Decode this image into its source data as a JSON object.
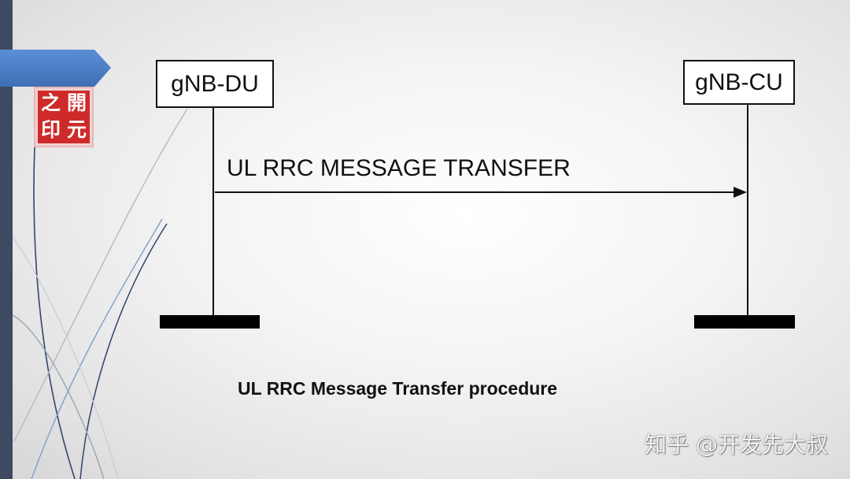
{
  "slide": {
    "stripe_color": "#3d4a60",
    "banner_color": "#4a7cc1",
    "background_color": "#f4f4f4"
  },
  "logo": {
    "chars": [
      "之",
      "開",
      "印",
      "元"
    ],
    "color": "#cf2a2a"
  },
  "diagram": {
    "entities": [
      {
        "label": "gNB-DU"
      },
      {
        "label": "gNB-CU"
      }
    ],
    "message": {
      "label": "UL RRC MESSAGE TRANSFER"
    },
    "caption": "UL RRC Message Transfer procedure"
  },
  "watermark": "知乎 @开发先大叔"
}
